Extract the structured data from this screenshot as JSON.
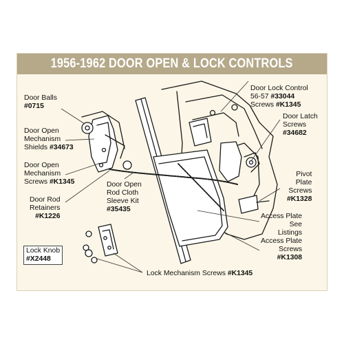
{
  "title": "1956-1962 DOOR OPEN & LOCK CONTROLS",
  "colors": {
    "banner": "#b5a98a",
    "background": "#fbf6e7",
    "ink": "#1a1a1a"
  },
  "callouts": {
    "door_balls": {
      "line1": "Door Balls",
      "part": "#0715"
    },
    "shields": {
      "line1": "Door Open",
      "line2": "Mechanism",
      "line3": "Shields",
      "part": "#34673"
    },
    "mech_screws": {
      "line1": "Door Open",
      "line2": "Mechanism",
      "line3": "Screws",
      "part": "#K1345"
    },
    "rod_retainers": {
      "line1": "Door Rod",
      "line2": "Retainers",
      "part": "#K1226"
    },
    "sleeve_kit": {
      "line1": "Door Open",
      "line2": "Rod Cloth",
      "line3": "Sleeve Kit",
      "part": "#35435"
    },
    "lock_control": {
      "line1": "Door Lock Control",
      "line2": "56-57",
      "part2": "#33044",
      "line3": "Screws",
      "part3": "#K1345"
    },
    "latch_screws": {
      "line1": "Door Latch",
      "line2": "Screws",
      "part": "#34682"
    },
    "pivot_screws": {
      "line1": "Pivot",
      "line2": "Plate",
      "line3": "Screws",
      "part": "#K1328"
    },
    "access_plate": {
      "line1": "Access Plate",
      "line2": "See",
      "line3": "Listings",
      "line4": "Access Plate",
      "line5": "Screws",
      "part": "#K1308"
    },
    "lock_knob": {
      "line1": "Lock Knob",
      "part": "#X2448"
    },
    "lock_mech_screws": {
      "line1": "Lock Mechanism Screws",
      "part": "#K1345"
    }
  }
}
